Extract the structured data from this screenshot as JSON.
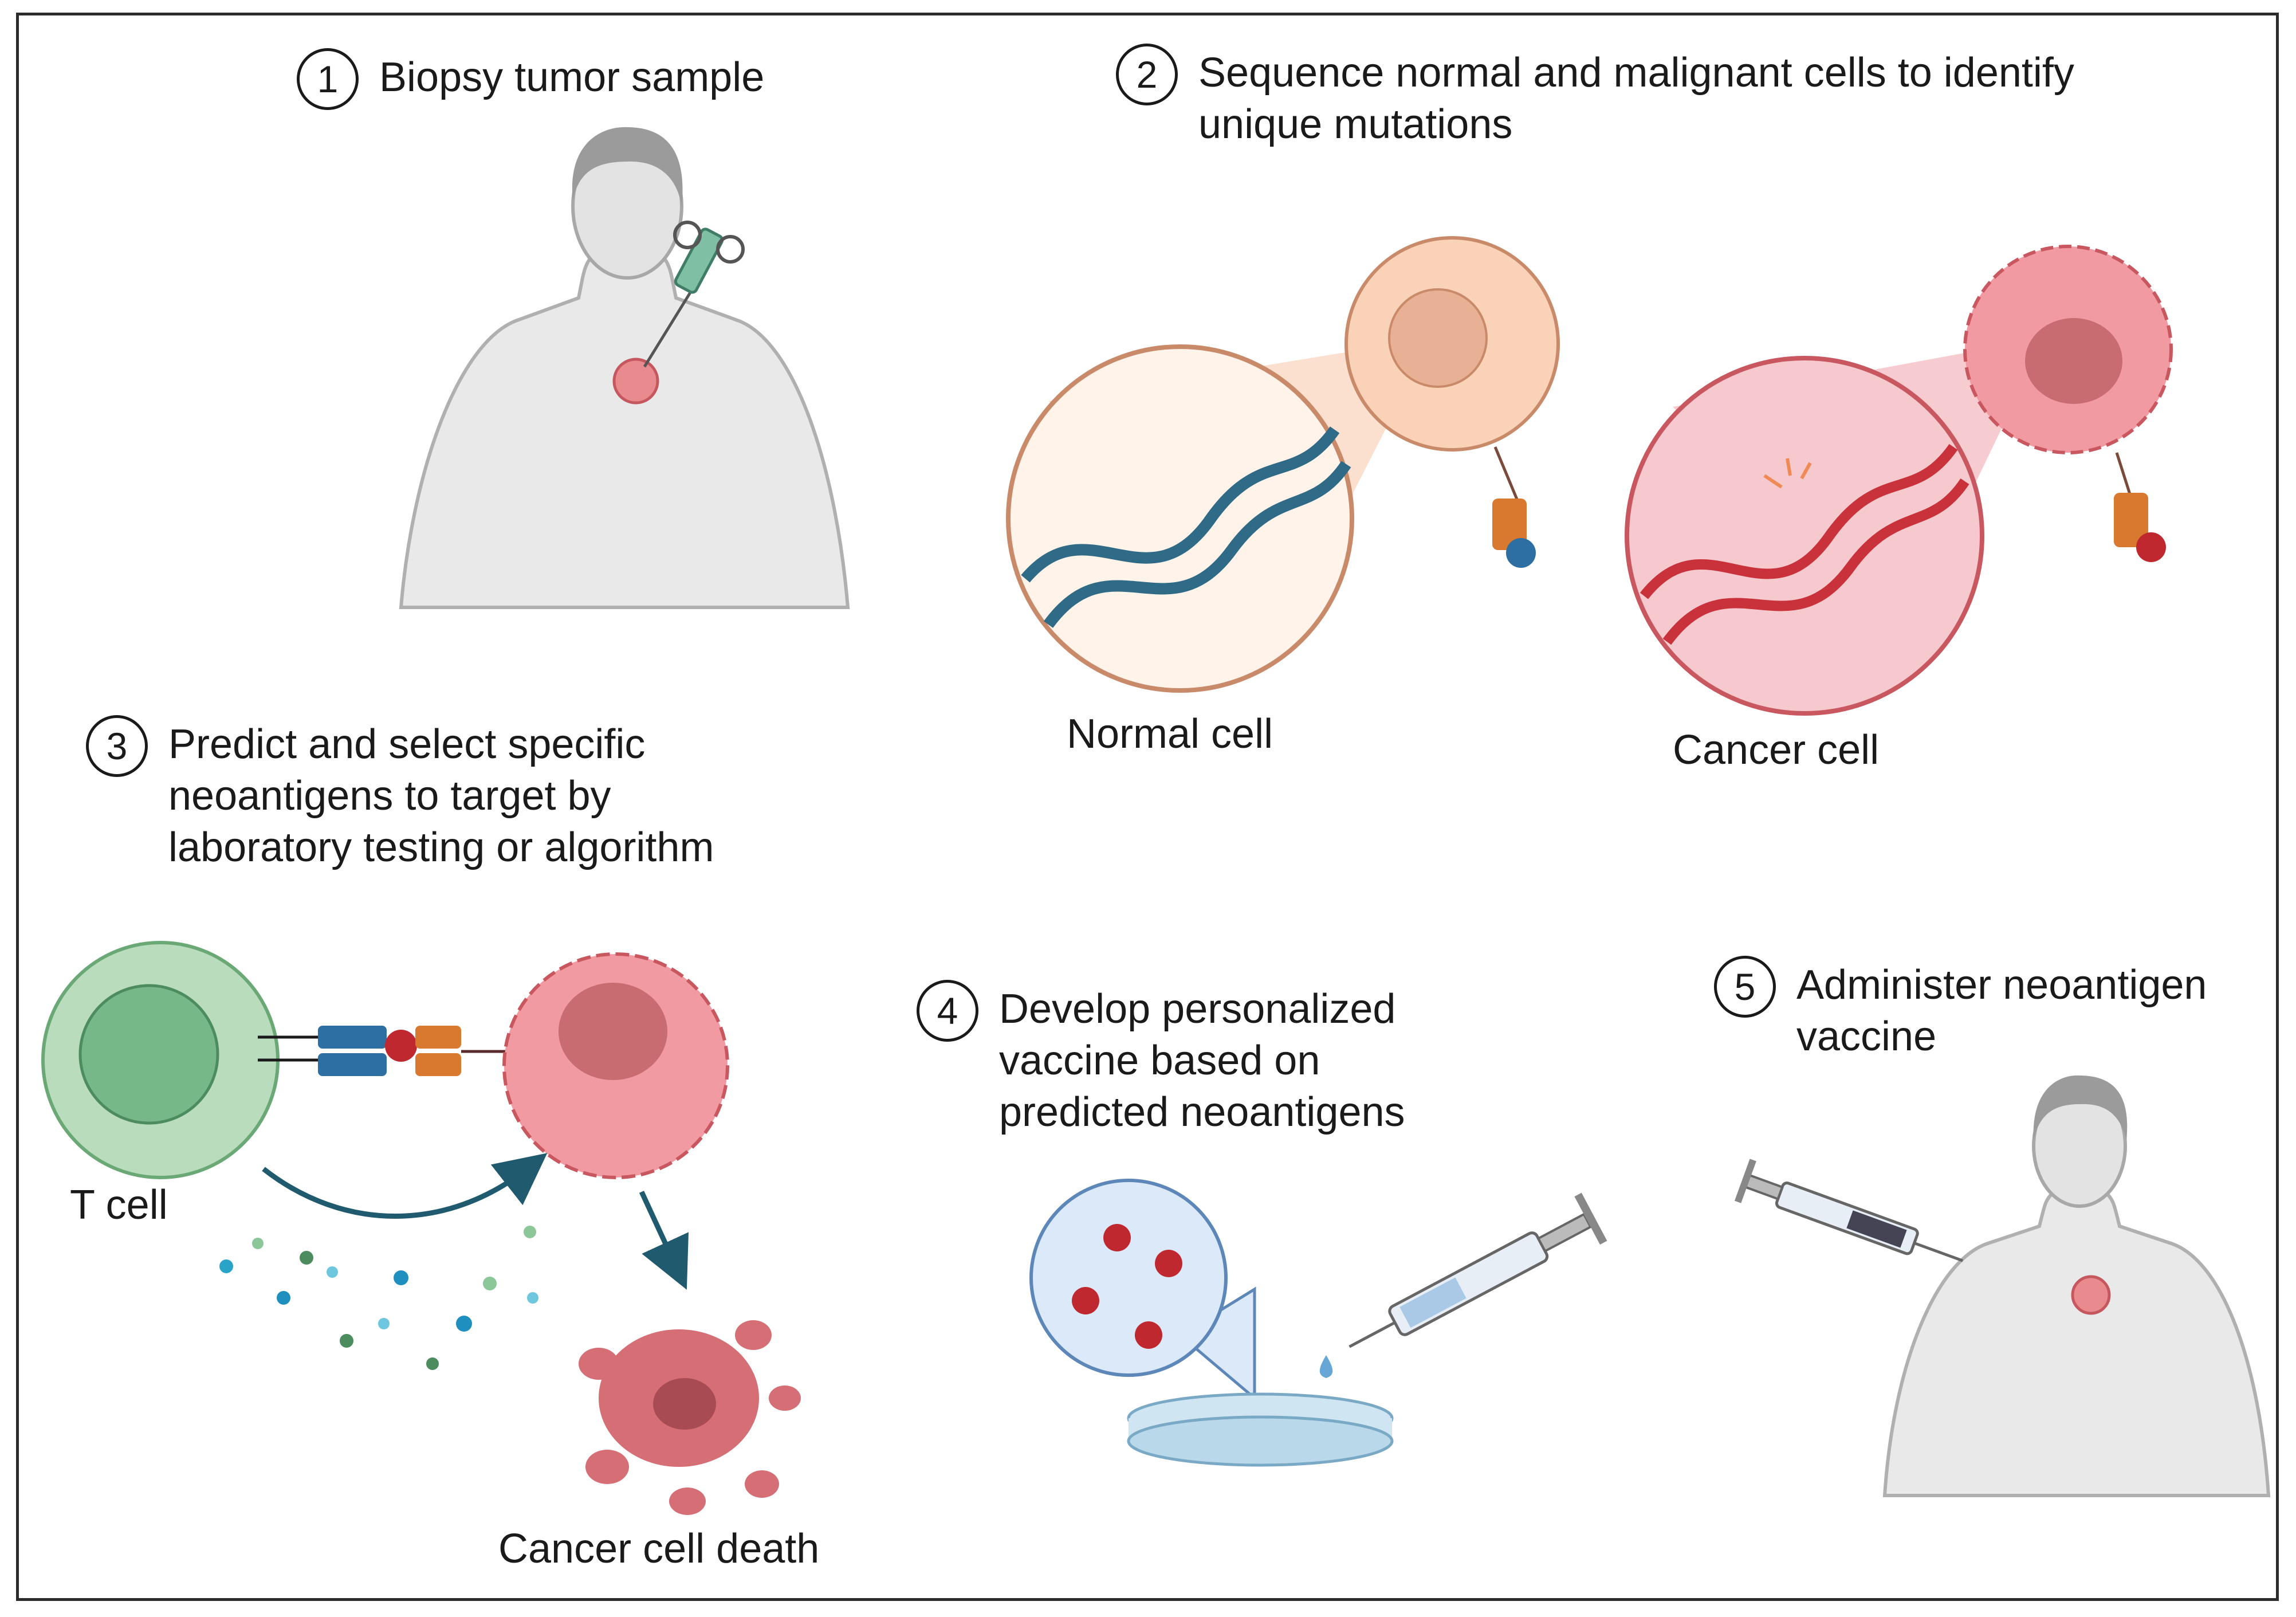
{
  "steps": [
    {
      "number": "1",
      "text": "Biopsy tumor sample"
    },
    {
      "number": "2",
      "text": "Sequence normal and malignant cells to identify\nunique mutations"
    },
    {
      "number": "3",
      "text": "Predict and select specific\nneoantigens to target by\nlaboratory testing or algorithm"
    },
    {
      "number": "4",
      "text": "Develop personalized\nvaccine based on\npredicted neoantigens"
    },
    {
      "number": "5",
      "text": "Administer neoantigen\nvaccine"
    }
  ],
  "labels": {
    "normal_cell": "Normal cell",
    "cancer_cell": "Cancer cell",
    "t_cell": "T cell",
    "cancer_cell_death": "Cancer cell death"
  },
  "colors": {
    "normal_dna": "#2f6a86",
    "cancer_dna": "#c9323a",
    "normal_cell_fill": "#f7c7a8",
    "cancer_cell_fill": "#ee8f98",
    "t_cell_fill": "#8cc79a",
    "tcr": "#2e6fa3",
    "mhc": "#d9782f",
    "antigen": "#c0282f",
    "arrow": "#1f5a6e"
  }
}
